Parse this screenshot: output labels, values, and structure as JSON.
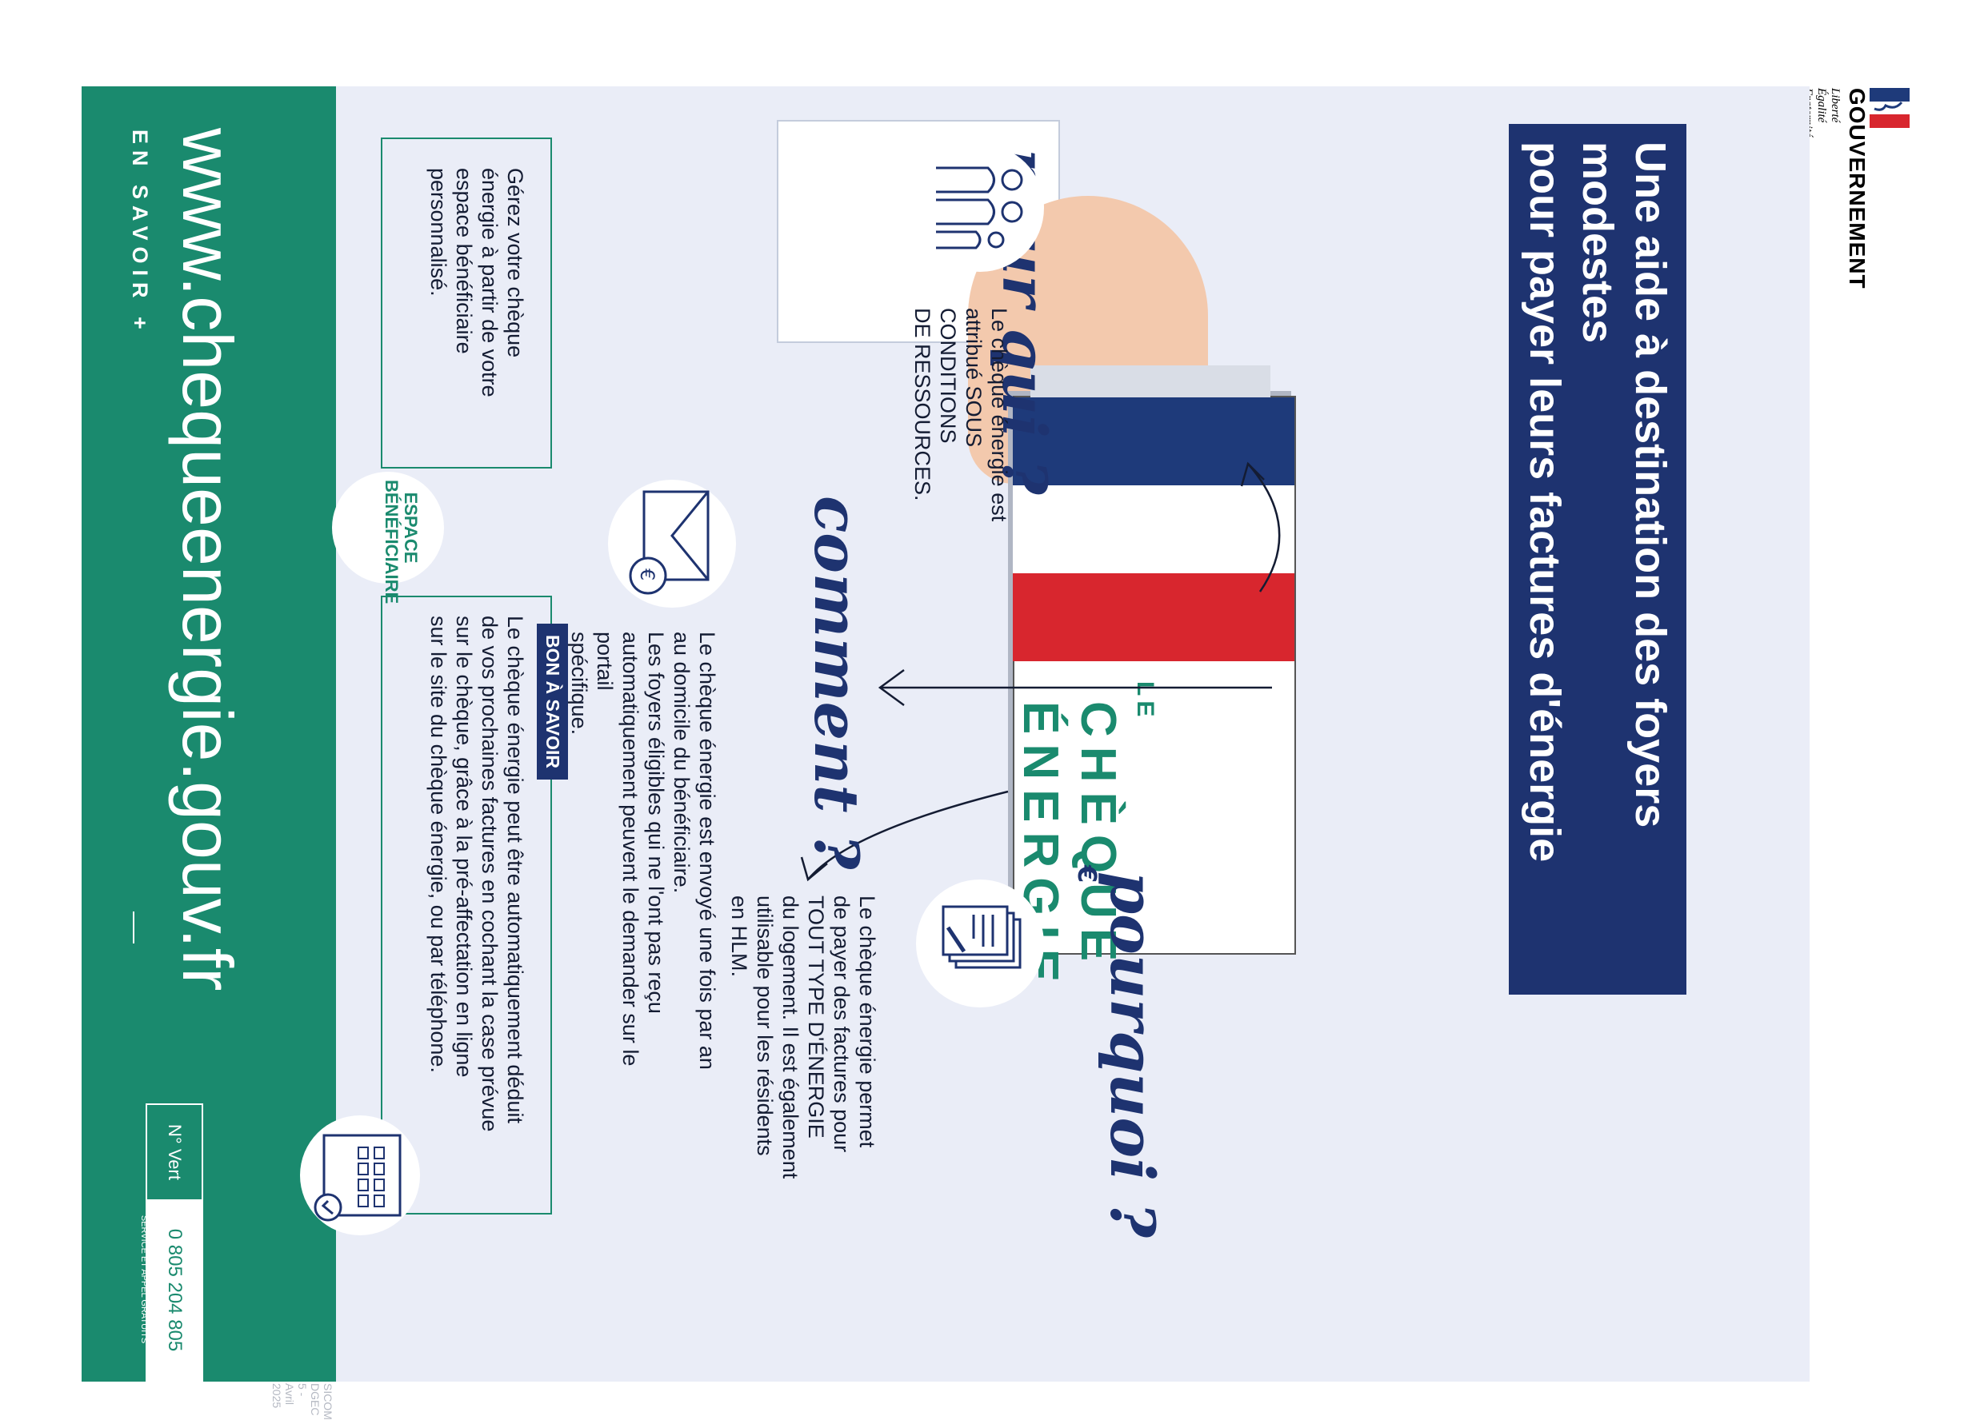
{
  "government": {
    "name": "GOUVERNEMENT",
    "motto": [
      "Liberté",
      "Égalité",
      "Fraternité"
    ]
  },
  "title": {
    "line1": "Une aide à destination des foyers modestes",
    "line2": "pour payer leurs factures d'énergie"
  },
  "card": {
    "le": "LE",
    "cheque": "CHÈQUE",
    "energie": "ÉNERGIE",
    "euro": "€"
  },
  "pourquoi": {
    "heading": "pourquoi ?",
    "lines": [
      "Le chèque énergie permet",
      "de payer des factures pour",
      "TOUT TYPE D'ÉNERGIE",
      "du logement. Il est également",
      "utilisable pour les résidents",
      "en HLM."
    ]
  },
  "pour_qui": {
    "heading": "pour qui ?",
    "lines": [
      "Le chèque énergie est",
      "attribué SOUS CONDITIONS",
      "DE RESSOURCES."
    ]
  },
  "comment": {
    "heading": "comment ?",
    "lines": [
      "Le chèque énergie est envoyé une fois par an",
      "au domicile du bénéficiaire.",
      "Les foyers éligibles qui ne l'ont pas reçu",
      "automatiquement peuvent le demander sur le portail",
      "spécifique."
    ]
  },
  "bon_a_savoir": {
    "badge": "BON À SAVOIR",
    "lines": [
      "Le chèque énergie peut être automatiquement déduit",
      "de vos prochaines factures en cochant la case prévue",
      "sur le chèque, grâce à la pré-affectation en ligne",
      "sur le site du chèque énergie, ou par téléphone."
    ]
  },
  "espace": {
    "badge_line1": "ESPACE",
    "badge_line2": "BÉNÉFICIAIRE",
    "lines": [
      "Gérez votre chèque",
      "énergie à partir de votre",
      "espace bénéficiaire",
      "personnalisé."
    ]
  },
  "footer": {
    "url": "www.chequeenergie.gouv.fr",
    "en_savoir": "EN SAVOIR +",
    "vert_label": "N° Vert",
    "phone": "0 805 204 805",
    "phone_note": "SERVICE ET APPEL GRATUITS",
    "ref": "SICOM DGEC 5 - Avril 2025"
  },
  "colors": {
    "navy": "#1e3370",
    "green": "#1a8a6e",
    "lavender": "#eaedf7",
    "red": "#d8262e"
  }
}
